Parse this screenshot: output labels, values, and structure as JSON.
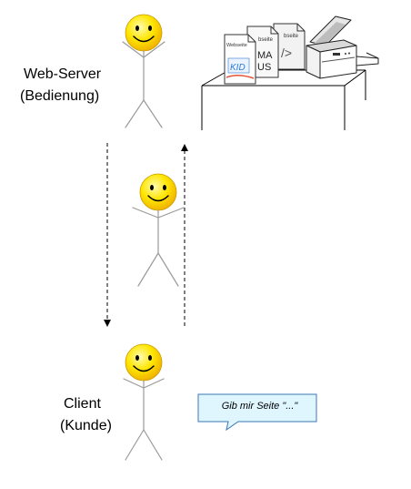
{
  "labels": {
    "server_line1": "Web-Server",
    "server_line2": "(Bedienung)",
    "client_line1": "Client",
    "client_line2": "(Kunde)"
  },
  "speech": {
    "text": "Gib mir Seite \"...\""
  },
  "documents": {
    "front_header": "Webseite",
    "front_kid": "KID",
    "middle_header": "bseite",
    "middle_word_top": "MA",
    "middle_word_bottom": "US",
    "back_header": "bseite",
    "back_symbol": "/>"
  },
  "colors": {
    "face_yellow": "#ffe600",
    "speech_fill": "#dff6ff",
    "speech_border": "#3a78b5",
    "kid_accent": "#2b7bd6",
    "kid_accent2": "#e2553a"
  }
}
